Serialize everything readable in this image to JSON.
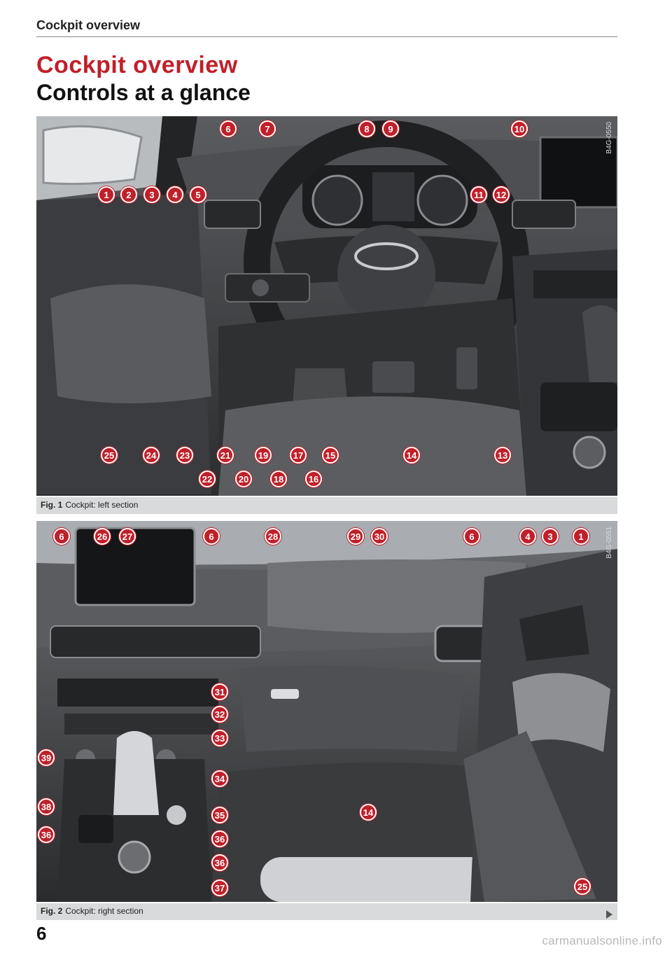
{
  "header": {
    "running_head": "Cockpit overview"
  },
  "title": {
    "section": "Cockpit overview",
    "subsection": "Controls at a glance"
  },
  "figure1": {
    "ref_code": "B4G-0550",
    "label": "Fig. 1",
    "caption": "Cockpit: left section",
    "callouts": [
      "1",
      "2",
      "3",
      "4",
      "5",
      "6",
      "7",
      "8",
      "9",
      "10",
      "11",
      "12",
      "13",
      "14",
      "15",
      "16",
      "17",
      "18",
      "19",
      "20",
      "21",
      "22",
      "23",
      "24",
      "25"
    ]
  },
  "figure2": {
    "ref_code": "B4G-0551",
    "label": "Fig. 2",
    "caption": "Cockpit: right section",
    "callouts": [
      "6",
      "26",
      "27",
      "6",
      "28",
      "29",
      "30",
      "6",
      "4",
      "3",
      "1",
      "31",
      "32",
      "33",
      "39",
      "34",
      "38",
      "35",
      "36",
      "36",
      "36",
      "37",
      "14",
      "25"
    ]
  },
  "footer": {
    "page_number": "6",
    "watermark": "carmanualsonline.info"
  },
  "colors": {
    "accent": "#c0202a",
    "callout_text": "#ffffff"
  }
}
